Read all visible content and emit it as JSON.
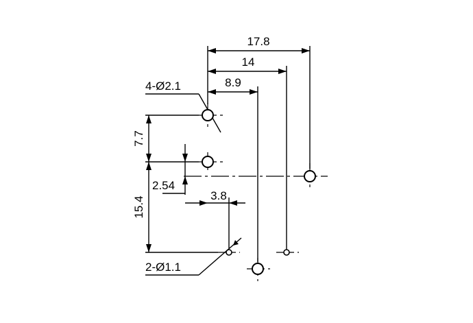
{
  "dimensions": {
    "total_width": "17.8",
    "width_14": "14",
    "width_8_9": "8.9",
    "large_holes": "4-Ø2.1",
    "spacing_7_7": "7.7",
    "offset_2_54": "2.54",
    "offset_3_8": "3.8",
    "spacing_15_4": "15.4",
    "small_holes": "2-Ø1.1"
  }
}
